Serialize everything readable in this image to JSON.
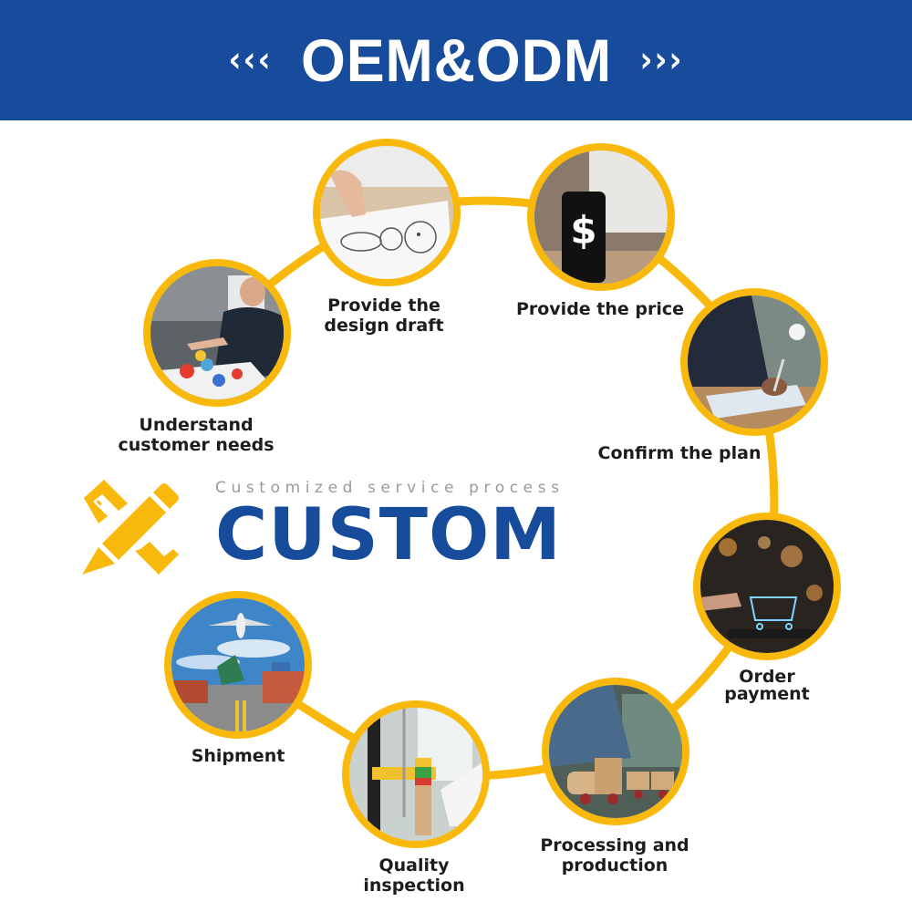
{
  "header": {
    "left_chevrons": "‹‹‹",
    "title": "OEM&ODM",
    "right_chevrons": "›››",
    "background_color": "#174c9c"
  },
  "center": {
    "icon": "pencil-ruler-icon",
    "subtitle": "Customized service process",
    "title": "CUSTOM",
    "title_color": "#174c9c",
    "icon_color": "#f9b90c"
  },
  "ring_color": "#f9b90c",
  "steps": [
    {
      "label_line1": "Understand",
      "label_line2": "customer needs",
      "image": "meeting-with-toys-photo"
    },
    {
      "label_line1": "Provide the",
      "label_line2": "design draft",
      "image": "sketch-drawing-photo"
    },
    {
      "label_line1": "Provide the price",
      "label_line2": "",
      "image": "phone-dollar-photo"
    },
    {
      "label_line1": "Confirm the plan",
      "label_line2": "",
      "image": "signing-document-photo"
    },
    {
      "label_line1": "Order",
      "label_line2": "payment",
      "image": "shopping-cart-photo"
    },
    {
      "label_line1": "Processing and",
      "label_line2": "production",
      "image": "wooden-train-crafting-photo"
    },
    {
      "label_line1": "Quality",
      "label_line2": "inspection",
      "image": "testing-machine-photo"
    },
    {
      "label_line1": "Shipment",
      "label_line2": "",
      "image": "port-logistics-photo"
    }
  ]
}
